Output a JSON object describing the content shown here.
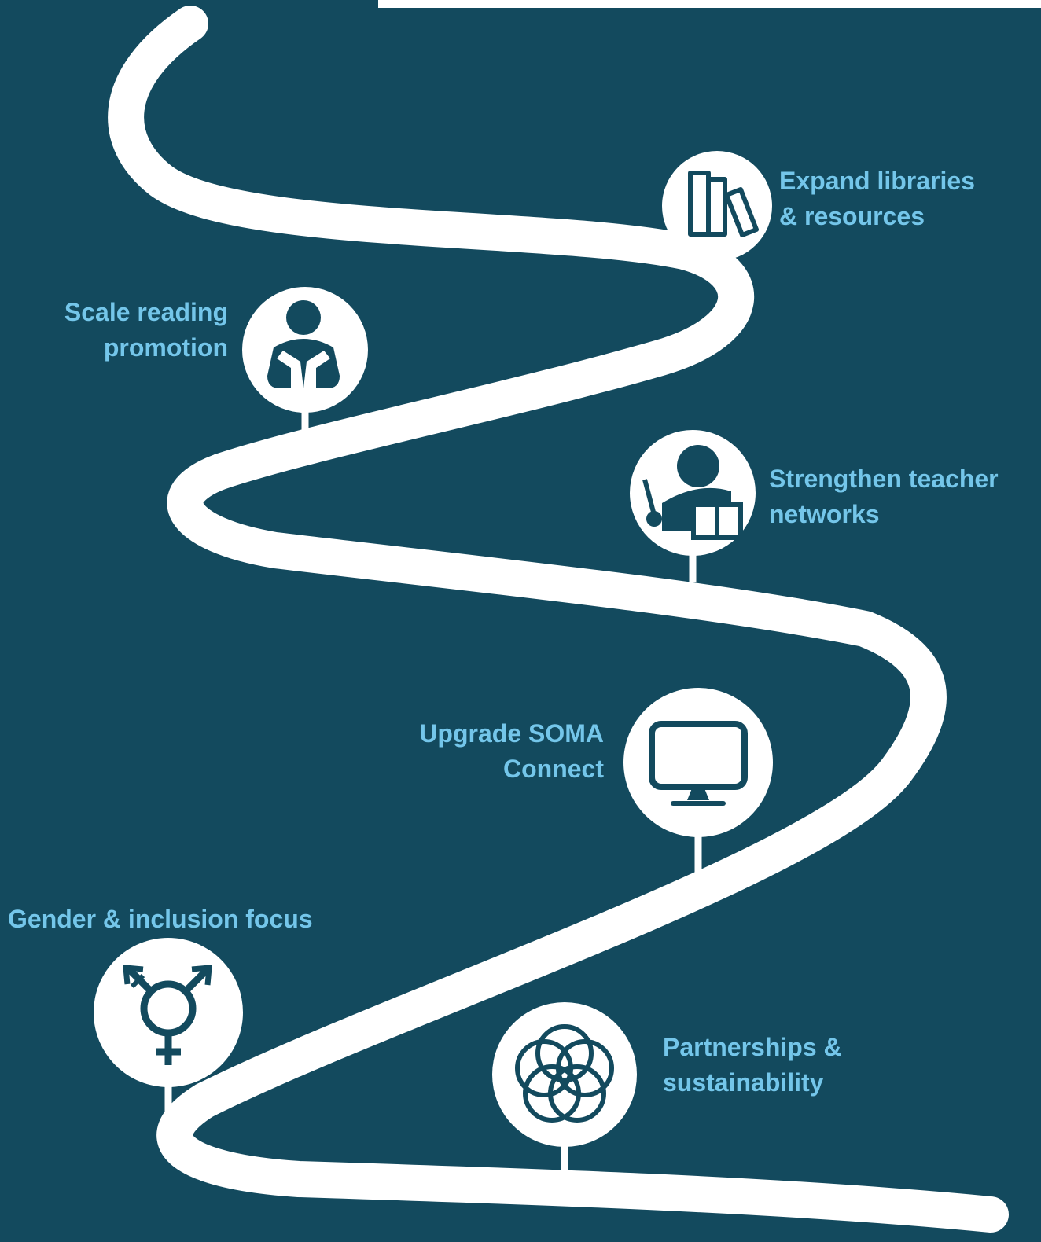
{
  "colors": {
    "background": "#134a5e",
    "path": "#ffffff",
    "label": "#74c6ea",
    "icon": "#134a5e"
  },
  "milestones": [
    {
      "id": "libraries",
      "lines": [
        "Expand libraries",
        "& resources"
      ],
      "icon": "books-icon"
    },
    {
      "id": "reading",
      "lines": [
        "Scale reading",
        "promotion"
      ],
      "icon": "reader-icon"
    },
    {
      "id": "teachers",
      "lines": [
        "Strengthen teacher",
        "networks"
      ],
      "icon": "teacher-icon"
    },
    {
      "id": "soma",
      "lines": [
        "Upgrade SOMA",
        "Connect"
      ],
      "icon": "monitor-icon"
    },
    {
      "id": "gender",
      "lines": [
        "Gender & inclusion focus"
      ],
      "icon": "transgender-symbol-icon"
    },
    {
      "id": "partnerships",
      "lines": [
        "Partnerships &",
        "sustainability"
      ],
      "icon": "interlocking-circles-icon"
    }
  ]
}
